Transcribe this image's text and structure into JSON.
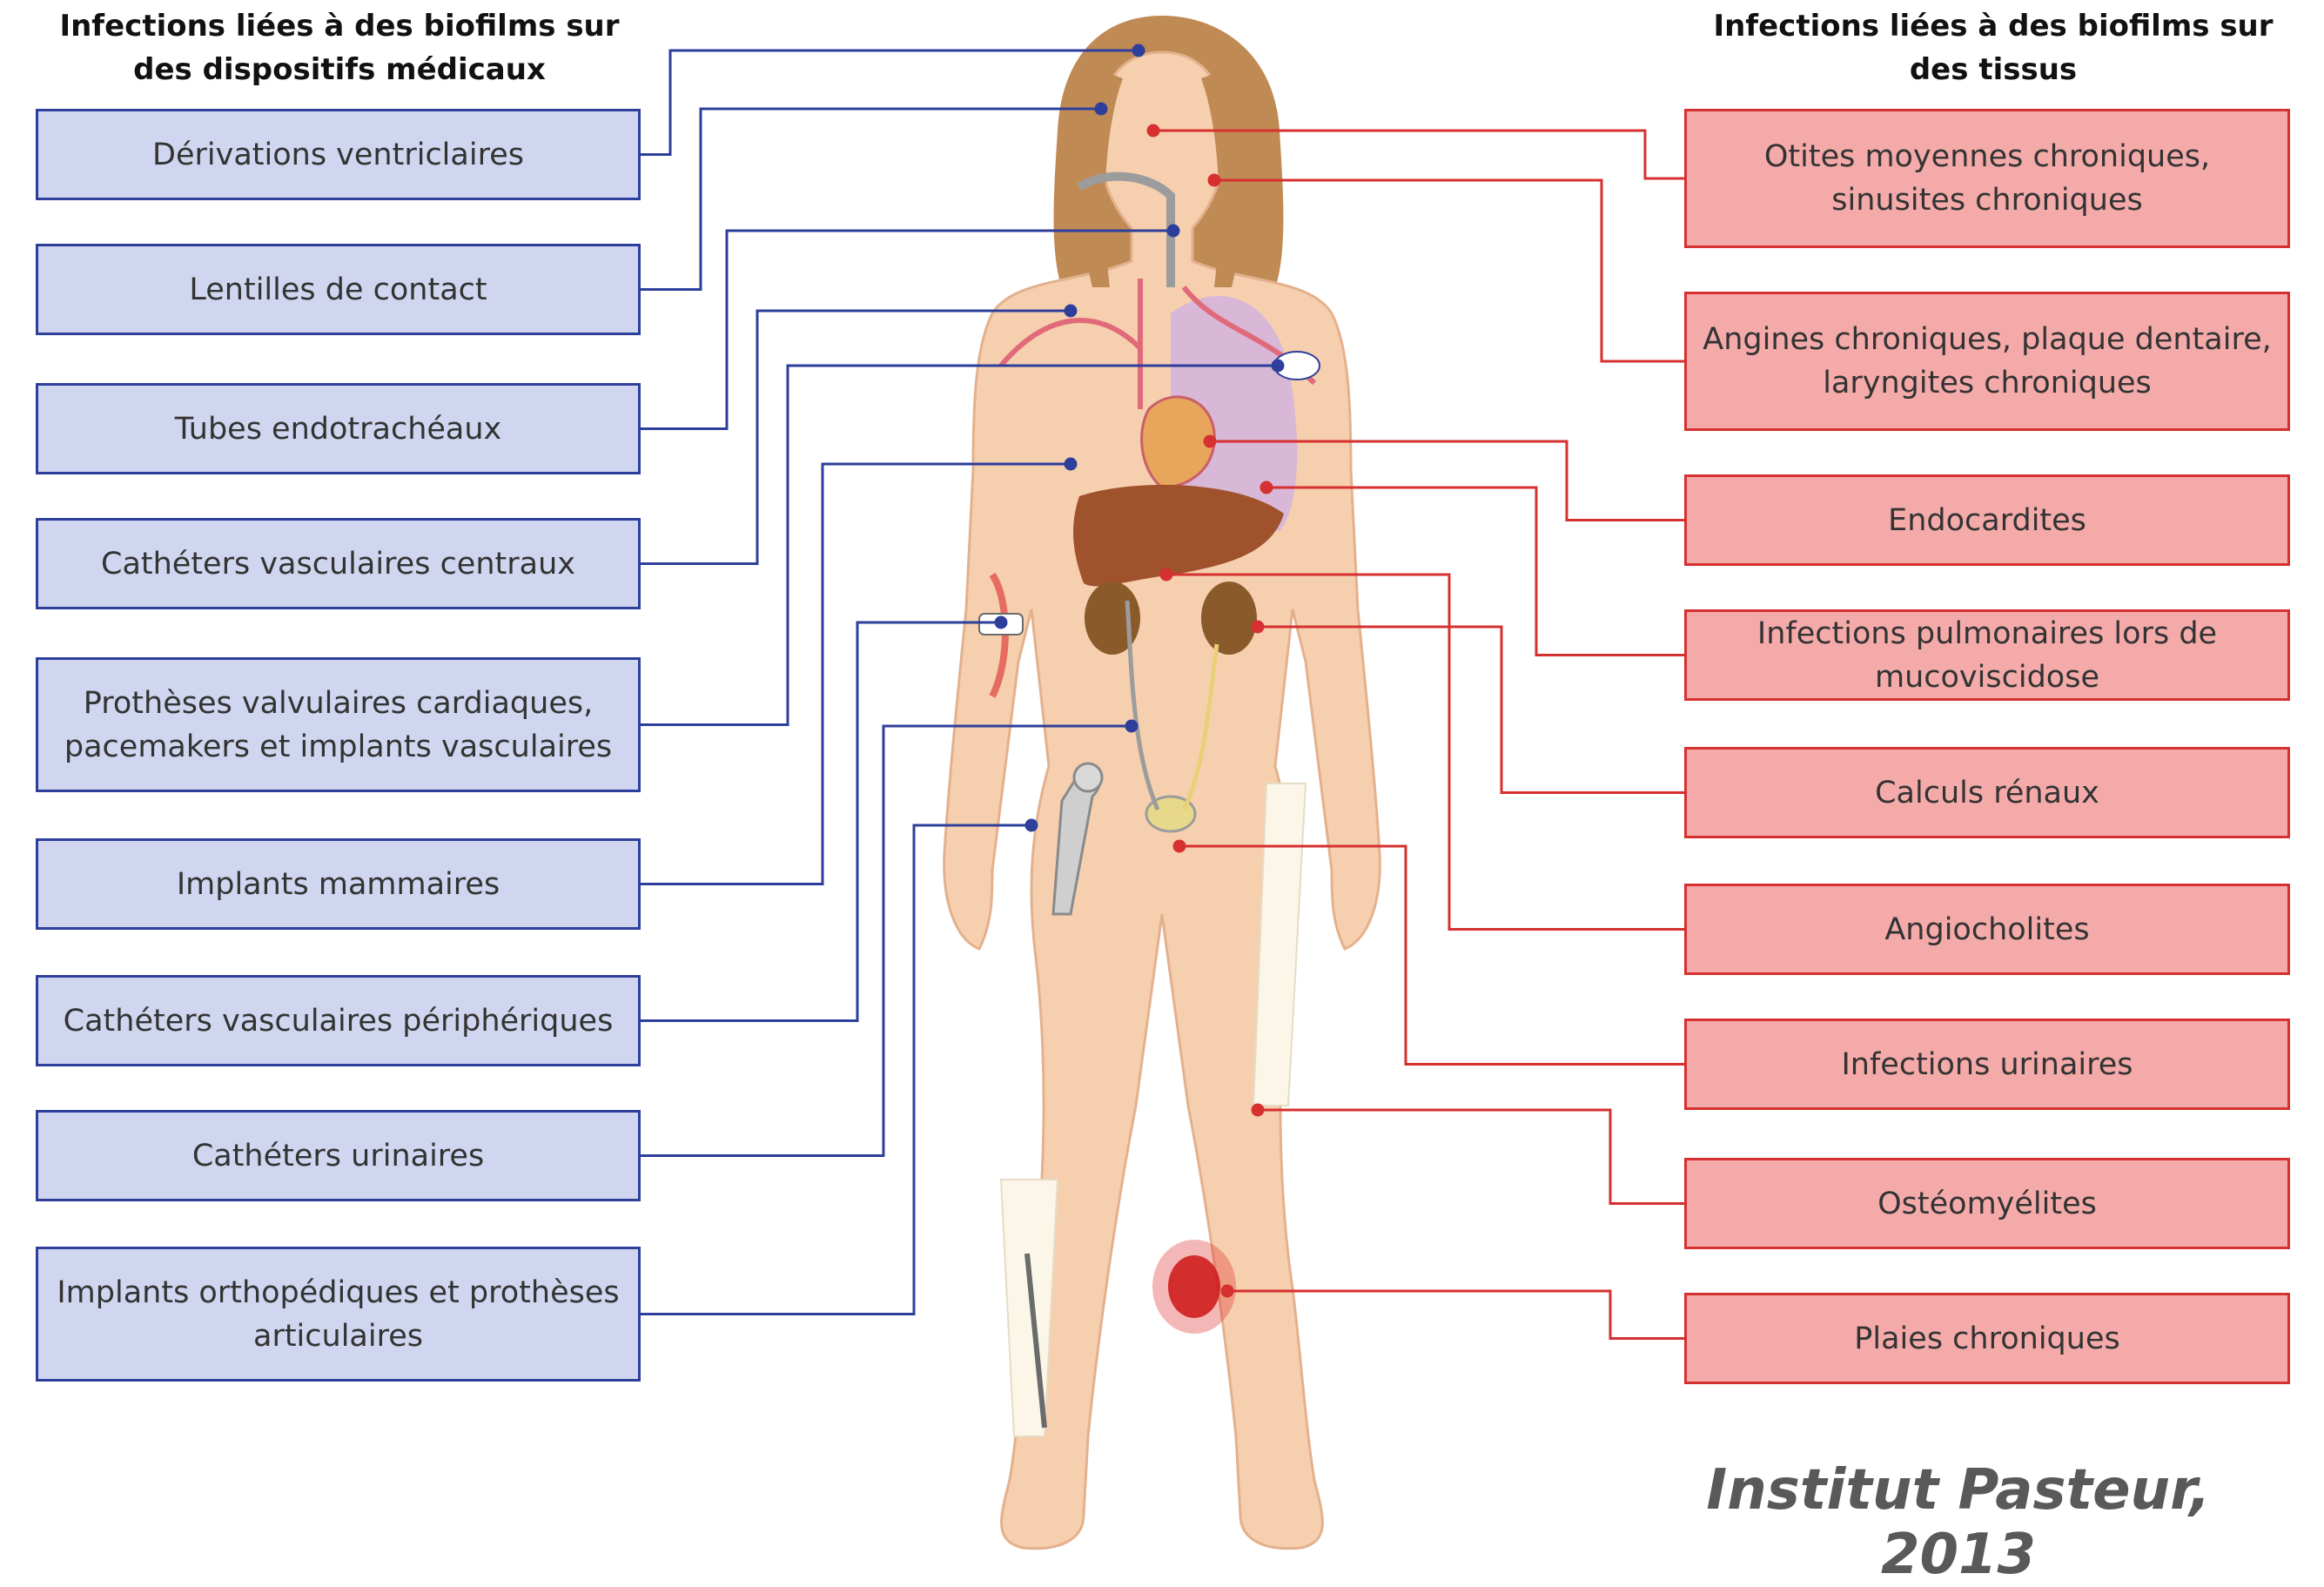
{
  "headers": {
    "left": "Infections liées à des biofilms sur des dispositifs médicaux",
    "right": "Infections liées à des biofilms sur des tissus"
  },
  "device_infections": [
    "Dérivations ventriclaires",
    "Lentilles de contact",
    "Tubes endotrachéaux",
    "Cathéters vasculaires centraux",
    "Prothèses valvulaires cardiaques, pacemakers et implants vasculaires",
    "Implants mammaires",
    "Cathéters vasculaires périphériques",
    "Cathéters urinaires",
    "Implants orthopédiques et prothèses articulaires"
  ],
  "tissue_infections": [
    "Otites moyennes chroniques, sinusites chroniques",
    "Angines chroniques, plaque dentaire, laryngites chroniques",
    "Endocardites",
    "Infections pulmonaires lors de mucoviscidose",
    "Calculs rénaux",
    "Angiocholites",
    "Infections urinaires",
    "Ostéomyélites",
    "Plaies chroniques"
  ],
  "credit": "Institut Pasteur, 2013",
  "colors": {
    "device_line": "#2d3f9b",
    "device_box": "#d0d6ef",
    "tissue_line": "#d63030",
    "tissue_box": "#f5aaaa",
    "skin": "#f6cfae",
    "hair": "#c08a55"
  }
}
